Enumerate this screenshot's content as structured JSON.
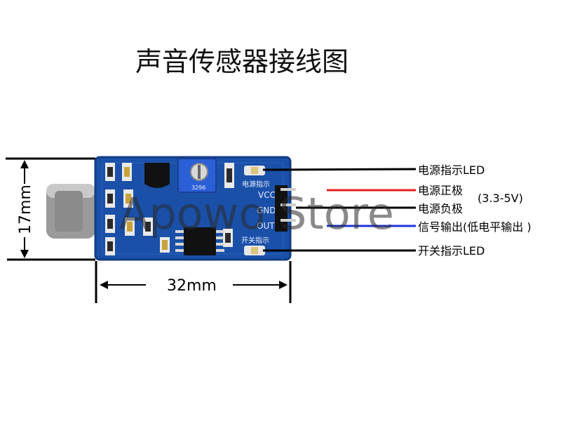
{
  "title": "声音传感器接线图",
  "dimensions": {
    "height": "17mm",
    "width": "32mm"
  },
  "board_labels": {
    "power_indicator": "电源指示",
    "switch_indicator": "开关指示",
    "pins": [
      "VCC",
      "GND",
      "OUT"
    ],
    "pot_marking": "3296"
  },
  "callouts": [
    {
      "text": "电源指示LED",
      "wire_color": "#000000"
    },
    {
      "text": "电源正极",
      "wire_color": "#e41e1e"
    },
    {
      "text": "电源负极",
      "wire_color": "#000000"
    },
    {
      "text": "信号输出(低电平输出 )",
      "wire_color": "#1e35d8"
    },
    {
      "text": "开关指示LED",
      "wire_color": "#000000"
    }
  ],
  "voltage_note": "(3.3-5V)",
  "watermark": "Apowo Store",
  "colors": {
    "pcb": "#1a50a8",
    "pcb_dark": "#123d86",
    "potentiometer": "#2b5fd6",
    "mic": "#a9a9a9"
  }
}
